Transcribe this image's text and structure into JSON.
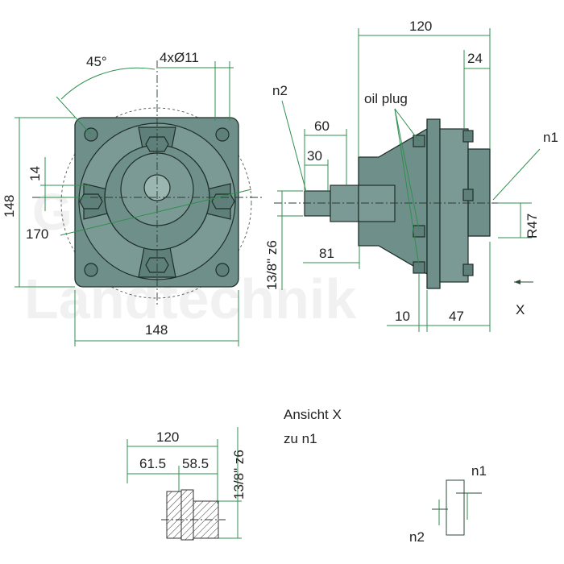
{
  "watermark": {
    "line1": "Granit",
    "line2": "Landtechnik"
  },
  "front_view": {
    "angle": "45°",
    "holes": "4xØ11",
    "pcd": "170",
    "width": "148",
    "height": "148",
    "offset": "14"
  },
  "side_view": {
    "length_total": "120",
    "flange_depth": "24",
    "shaft_60": "60",
    "shaft_30": "30",
    "shaft_81": "81",
    "spline": "13/8\" z6",
    "dim_10": "10",
    "dim_47": "47",
    "radius": "R47",
    "oil_plug": "oil plug",
    "n1": "n1",
    "n2": "n2",
    "view_x": "X"
  },
  "detail_view": {
    "length_total": "120",
    "part_a": "61.5",
    "part_b": "58.5",
    "spline": "13/8\" z6"
  },
  "view_x": {
    "title_line1": "Ansicht X",
    "title_line2": "zu n1",
    "n1": "n1",
    "n2": "n2"
  },
  "colors": {
    "housing": "#6f8f8a",
    "dimension_lines": "#2f8f4f"
  }
}
